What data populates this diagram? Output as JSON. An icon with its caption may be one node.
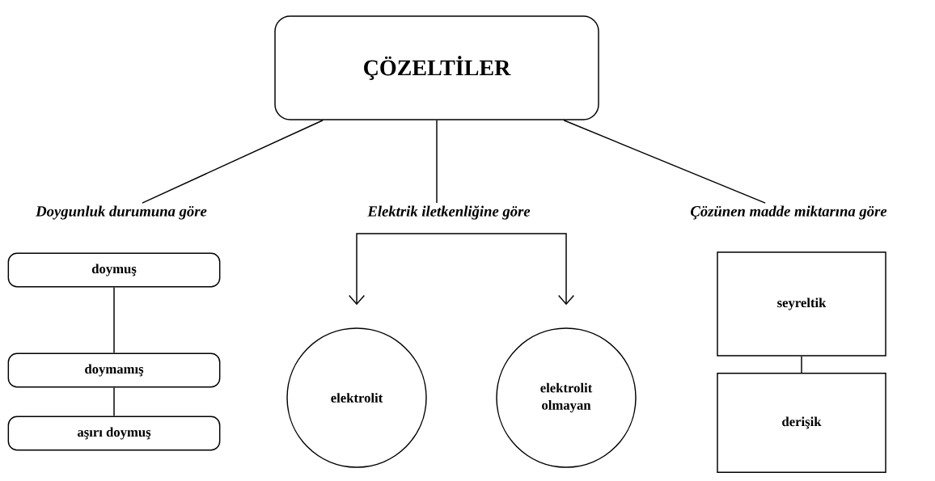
{
  "diagram": {
    "nodes": [
      {
        "text": [
          "ÇÖZELTİLER"
        ]
      },
      {
        "text": [
          "Doygunluk durumuna göre"
        ]
      },
      {
        "text": [
          "Elektrik iletkenliğine göre"
        ]
      },
      {
        "text": [
          "Çözünen madde miktarına göre"
        ]
      },
      {
        "text": [
          "doymuş"
        ]
      },
      {
        "text": [
          "doymamış"
        ]
      },
      {
        "text": [
          "aşırı doymuş"
        ]
      },
      {
        "text": [
          "elektrolit"
        ]
      },
      {
        "text": [
          "elektrolit olmayan"
        ]
      },
      {
        "text": [
          "seyreltik"
        ]
      },
      {
        "text": [
          "derişik"
        ]
      }
    ],
    "edges": [
      {
        "from": 0,
        "to": 1,
        "arrow": "none"
      },
      {
        "from": 0,
        "to": 2,
        "arrow": "none"
      },
      {
        "from": 0,
        "to": 3,
        "arrow": "none"
      },
      {
        "from": 2,
        "to": 7,
        "arrow": "to"
      },
      {
        "from": 2,
        "to": 8,
        "arrow": "to"
      },
      {
        "from": 4,
        "to": 5,
        "arrow": "none"
      },
      {
        "from": 5,
        "to": 6,
        "arrow": "none"
      },
      {
        "from": 9,
        "to": 10,
        "arrow": "none"
      }
    ]
  }
}
